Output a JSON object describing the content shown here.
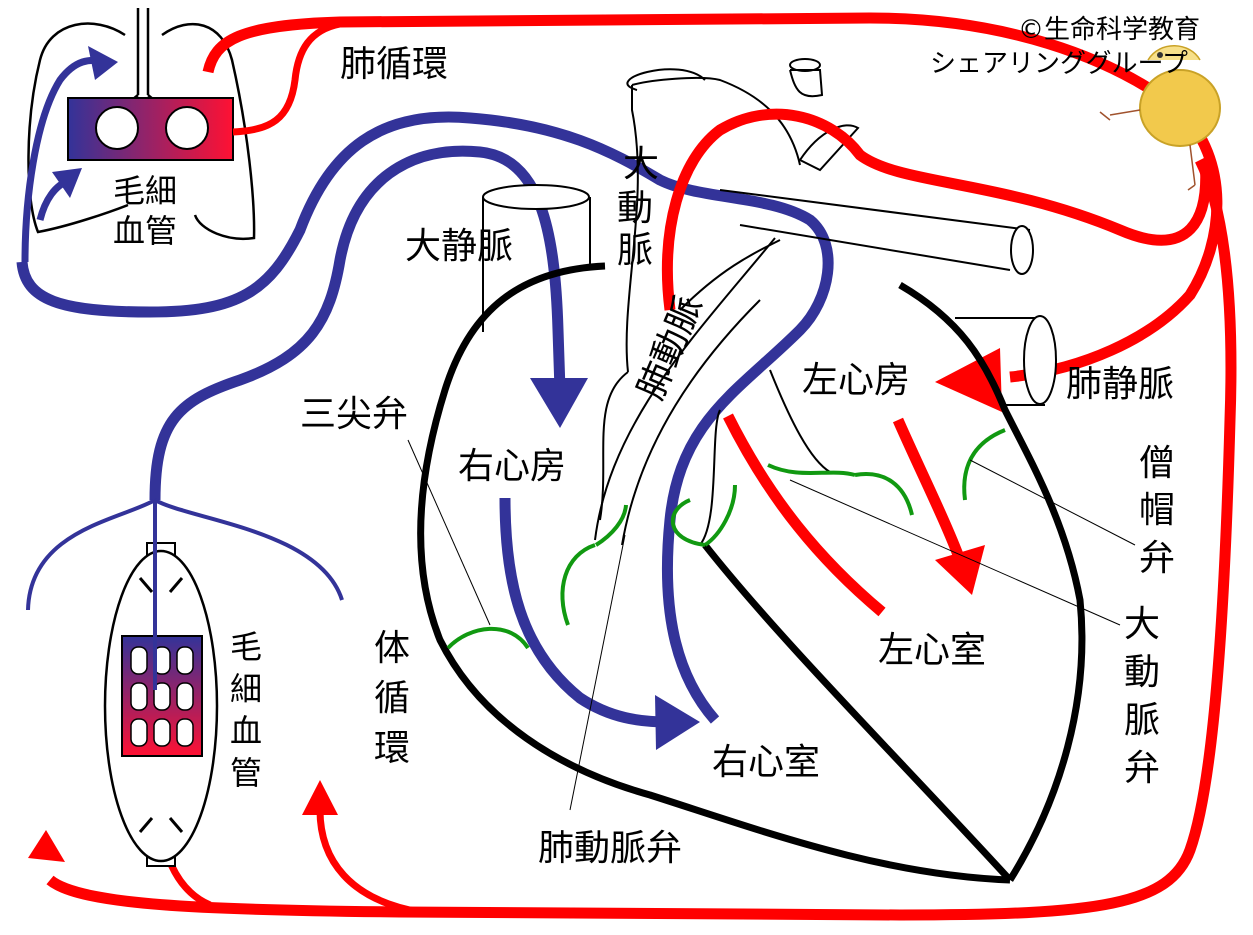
{
  "copyright": {
    "line1": "©生命科学教育",
    "line2": "シェアリンググループ"
  },
  "labels": {
    "pulmonary_circulation": "肺循環",
    "capillary_lung": [
      "毛細",
      "血管"
    ],
    "capillary_body": [
      "毛",
      "細",
      "血",
      "管"
    ],
    "aorta": [
      "大",
      "動",
      "脈"
    ],
    "vena_cava": "大静脈",
    "pulmonary_artery": "肺動脈",
    "left_atrium": "左心房",
    "pulmonary_vein": "肺静脈",
    "tricuspid_valve": "三尖弁",
    "right_atrium": "右心房",
    "mitral_valve": [
      "僧",
      "帽",
      "弁"
    ],
    "aortic_valve": [
      "大",
      "動",
      "脈",
      "弁"
    ],
    "left_ventricle": "左心室",
    "systemic_circulation": [
      "体",
      "循",
      "環"
    ],
    "right_ventricle": "右心室",
    "pulmonary_valve": "肺動脈弁"
  },
  "colors": {
    "arterial": "#ff0000",
    "venous": "#333399",
    "outline": "#000000",
    "valve": "#119911",
    "mascot": "#f2c94c"
  },
  "icons": {
    "mascot": "chick-mascot-icon"
  }
}
